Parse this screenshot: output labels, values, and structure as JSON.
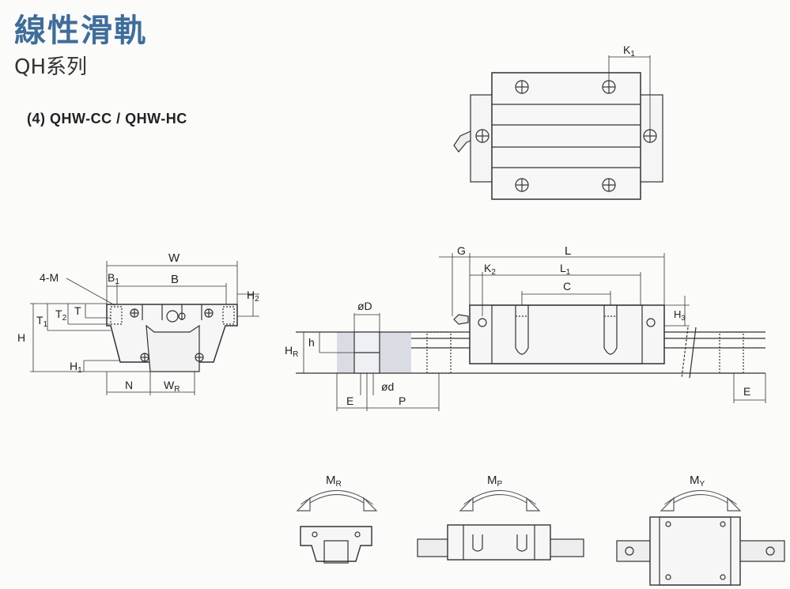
{
  "header": {
    "title": "線性滑軌",
    "series": "QH系列",
    "model": "(4) QHW-CC / QHW-HC"
  },
  "front_view_labels": {
    "W": "W",
    "B": "B",
    "B1": "B",
    "B1_sub": "1",
    "M": "4-M",
    "H": "H",
    "H1": "H",
    "H1_sub": "1",
    "H2": "H",
    "H2_sub": "2",
    "T": "T",
    "T1": "T",
    "T1_sub": "1",
    "T2": "T",
    "T2_sub": "2",
    "N": "N",
    "WR": "W",
    "WR_sub": "R"
  },
  "top_view_labels": {
    "K1": "K",
    "K1_sub": "1"
  },
  "side_view_labels": {
    "G": "G",
    "L": "L",
    "L1": "L",
    "L1_sub": "1",
    "K2": "K",
    "K2_sub": "2",
    "C": "C",
    "H3": "H",
    "H3_sub": "3",
    "HR": "H",
    "HR_sub": "R",
    "h": "h",
    "D": "øD",
    "d": "ød",
    "E": "E",
    "P": "P",
    "E2": "E"
  },
  "moment_labels": {
    "MR": "M",
    "MR_sub": "R",
    "MP": "M",
    "MP_sub": "P",
    "MY": "M",
    "MY_sub": "Y"
  },
  "colors": {
    "title": "#3f6d99",
    "line": "#333333",
    "shade": "#d9dde3"
  }
}
